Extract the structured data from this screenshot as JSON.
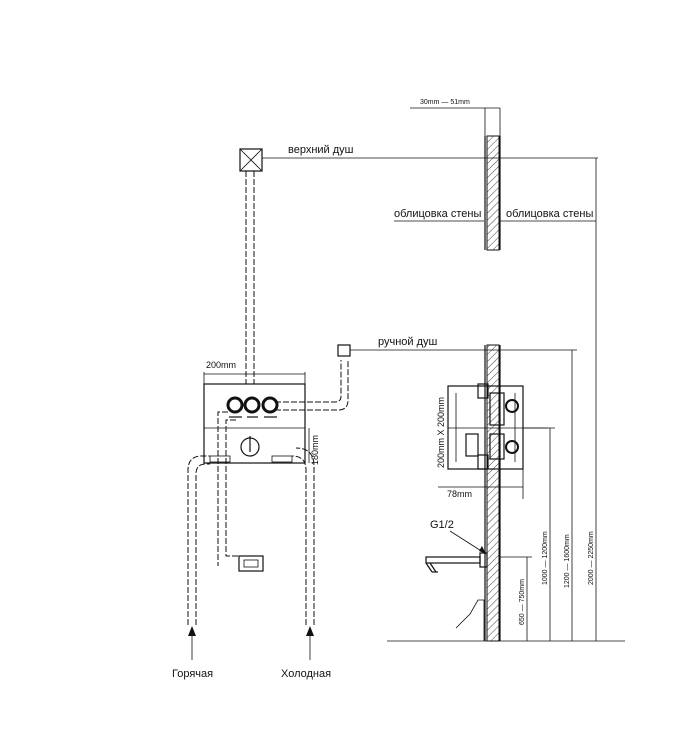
{
  "labels": {
    "wall_thickness": "30mm  —  51mm",
    "overhead_shower": "верхний душ",
    "wall_cladding_left": "облицовка стены",
    "wall_cladding_right": "облицовка стены",
    "hand_shower": "ручной душ",
    "box_width": "200mm",
    "box_height": "180mm",
    "box_size": "200mm  X  200mm",
    "depth": "78mm",
    "thread": "G1/2",
    "hot": "Горячая",
    "cold": "Холодная",
    "h_spout": "650 — 750mm",
    "h_mixer": "1000 — 1200mm",
    "h_hand": "1200 — 1600mm",
    "h_overhead": "2000 — 2250mm"
  }
}
